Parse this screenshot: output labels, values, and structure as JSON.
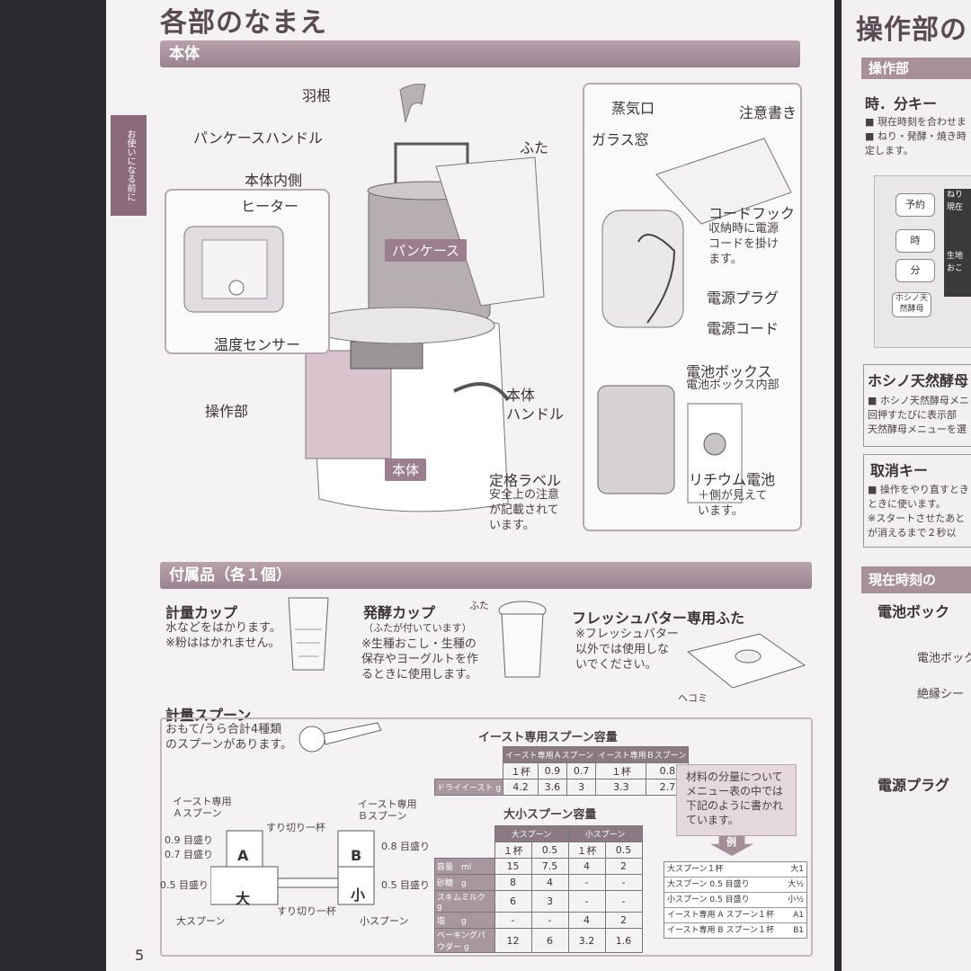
{
  "title": "各部のなまえ",
  "right_title": "操作部の",
  "side_tab": "お使いになる前に",
  "sections": {
    "main": "本体",
    "accessories": "付属品（各１個）"
  },
  "parts": {
    "hane": "羽根",
    "pan_handle": "パンケースハンドル",
    "lid": "ふた",
    "inner": "本体内側",
    "heater": "ヒーター",
    "pan_case": "パンケース",
    "temp_sensor": "温度センサー",
    "control": "操作部",
    "body_handle_1": "本体",
    "body_handle_2": "ハンドル",
    "body": "本体",
    "rating_label": "定格ラベル",
    "rating_desc": [
      "安全上の注意",
      "が記載されて",
      "います。"
    ],
    "steam": "蒸気口",
    "caution": "注意書き",
    "glass": "ガラス窓",
    "cord_hook": "コードフック",
    "cord_hook_desc": [
      "収納時に電源",
      "コードを掛け",
      "ます。"
    ],
    "plug": "電源プラグ",
    "cord": "電源コード",
    "battery_box": "電池ボックス",
    "battery_inner": "電池ボックス内部",
    "lithium": "リチウム電池",
    "lithium_desc": [
      "＋側が見えて",
      "います。"
    ]
  },
  "accessories": {
    "cup": "計量カップ",
    "cup_desc": [
      "水などをはかります。",
      "※粉ははかれません。"
    ],
    "ferm": "発酵カップ",
    "ferm_note": "（ふたが付いています）",
    "ferm_desc": [
      "※生種おこし・生種の",
      "保存やヨーグルトを作",
      "るときに使用します。"
    ],
    "ferm_lid": "ふた",
    "fresh": "フレッシュバター専用ふた",
    "fresh_desc": [
      "※フレッシュバター",
      "以外では使用しな",
      "いでください。"
    ],
    "hekomi": "ヘコミ",
    "spoon": "計量スプーン",
    "spoon_desc": [
      "おもて/うら合計4種類",
      "のスプーンがあります。"
    ]
  },
  "spoon_labels": {
    "yeast_a": [
      "イースト専用",
      "Ａスプーン"
    ],
    "yeast_b": [
      "イースト専用",
      "Ｂスプーン"
    ],
    "g09": "0.9 目盛り",
    "g07": "0.7 目盛り",
    "g05l": "0.5 目盛り",
    "g08": "0.8 目盛り",
    "g05r": "0.5 目盛り",
    "surikiri1": "すり切り一杯",
    "surikiri2": "すり切り一杯",
    "a": "A",
    "b": "B",
    "dai": "大",
    "sho": "小",
    "big": "大スプーン",
    "small": "小スプーン"
  },
  "yeast_table": {
    "title": "イースト専用スプーン容量",
    "h_a": "イースト専用Ａスプーン",
    "h_b": "イースト専用Ｂスプーン",
    "sub": [
      "１杯",
      "0.9",
      "0.7",
      "１杯",
      "0.8"
    ],
    "row_label": "ドライイースト g",
    "row": [
      "4.2",
      "3.6",
      "3",
      "3.3",
      "2.7"
    ]
  },
  "size_table": {
    "title": "大小スプーン容量",
    "h_big": "大スプーン",
    "h_small": "小スプーン",
    "sub": [
      "１杯",
      "0.5",
      "１杯",
      "0.5"
    ],
    "rows": [
      {
        "label": "容量　ml",
        "v": [
          "15",
          "7.5",
          "4",
          "2"
        ]
      },
      {
        "label": "砂糖　g",
        "v": [
          "8",
          "4",
          "-",
          "-"
        ]
      },
      {
        "label": "スキムミルク g",
        "v": [
          "6",
          "3",
          "-",
          "-"
        ]
      },
      {
        "label": "塩　　g",
        "v": [
          "-",
          "-",
          "4",
          "2"
        ]
      },
      {
        "label": "ベーキングパウダー g",
        "v": [
          "12",
          "6",
          "3.2",
          "1.6"
        ]
      }
    ]
  },
  "note": {
    "text": [
      "材料の分量について",
      "メニュー表の中では",
      "下記のように書かれ",
      "ています。"
    ],
    "example": "例"
  },
  "examples": [
    {
      "k": "大スプーン１杯",
      "v": "大1"
    },
    {
      "k": "大スプーン 0.5 目盛り",
      "v": "大½"
    },
    {
      "k": "小スプーン 0.5 目盛り",
      "v": "小½"
    },
    {
      "k": "イースト専用 A スプーン１杯",
      "v": "A1"
    },
    {
      "k": "イースト専用 B スプーン１杯",
      "v": "B1"
    }
  ],
  "page_number": "5",
  "right": {
    "sub1": "操作部",
    "time_key": "時．分キー",
    "time_desc": [
      "■ 現在時刻を合わせま",
      "■ ねり・発酵・焼き時",
      "定します。"
    ],
    "keys": [
      "予約",
      "時",
      "分",
      "ホシノ天然酵母"
    ],
    "lcd": [
      "ねり",
      "現在",
      "生地",
      "おこ"
    ],
    "hoshino": "ホシノ天然酵母",
    "hoshino_desc": [
      "■ ホシノ天然酵母メニ",
      "回押すたびに表示部",
      "天然酵母メニューを選"
    ],
    "cancel": "取消キー",
    "cancel_desc": [
      "■ 操作をやり直すとき",
      "ときに使います。",
      "※スタートさせたあと",
      "が消えるまで２秒以"
    ],
    "clock": "現在時刻の",
    "step1": "電池ボック",
    "battery_box": "電池ボック",
    "insulation": "絶縁シー",
    "step2": "電源プラグ"
  }
}
